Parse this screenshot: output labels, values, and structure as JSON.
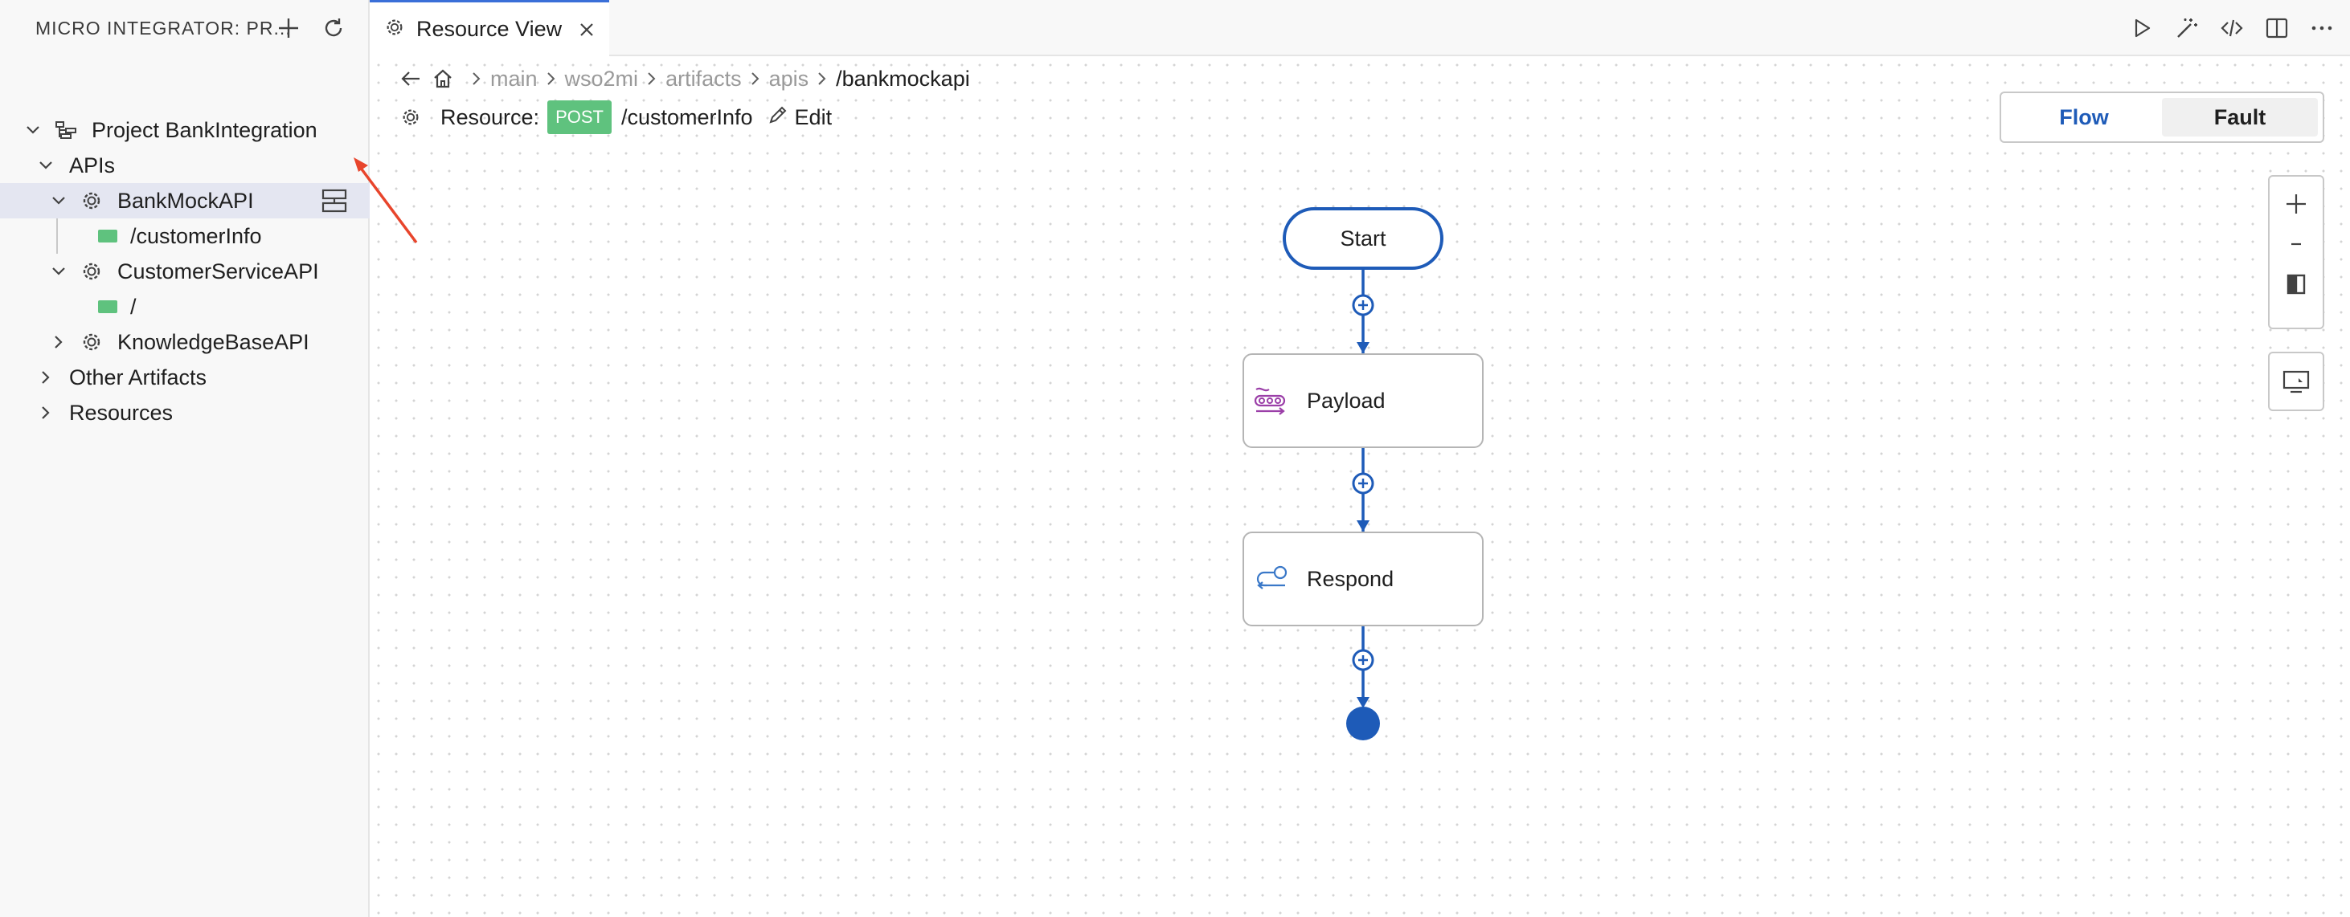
{
  "sidebar": {
    "title": "MICRO INTEGRATOR: PR...",
    "actions": {
      "add_icon": "plus-icon",
      "refresh_icon": "refresh-icon"
    },
    "tree": {
      "project": "Project BankIntegration",
      "apis_group": "APIs",
      "apis": [
        {
          "label": "BankMockAPI",
          "resource": "/customerInfo"
        },
        {
          "label": "CustomerServiceAPI",
          "resource": "/"
        },
        {
          "label": "KnowledgeBaseAPI"
        }
      ],
      "other_artifacts": "Other Artifacts",
      "resources": "Resources"
    }
  },
  "tabs": [
    {
      "label": "Resource View"
    }
  ],
  "editor_actions": [
    "run-icon",
    "magic-wand-icon",
    "code-icon",
    "split-editor-icon",
    "more-icon"
  ],
  "breadcrumb": [
    "main",
    "wso2mi",
    "artifacts",
    "apis",
    "/bankmockapi"
  ],
  "resource": {
    "label": "Resource:",
    "method": "POST",
    "path": "/customerInfo",
    "edit_label": "Edit"
  },
  "view_toggle": {
    "flow": "Flow",
    "fault": "Fault",
    "active": "Flow"
  },
  "flow": {
    "start_label": "Start",
    "nodes": [
      {
        "label": "Payload",
        "icon": "payload-icon"
      },
      {
        "label": "Respond",
        "icon": "respond-icon"
      }
    ]
  },
  "colors": {
    "accent": "#1e5bb8",
    "post_badge": "#5fc27e",
    "annotation_arrow": "#e8452c",
    "selection": "#e4e6f1"
  }
}
